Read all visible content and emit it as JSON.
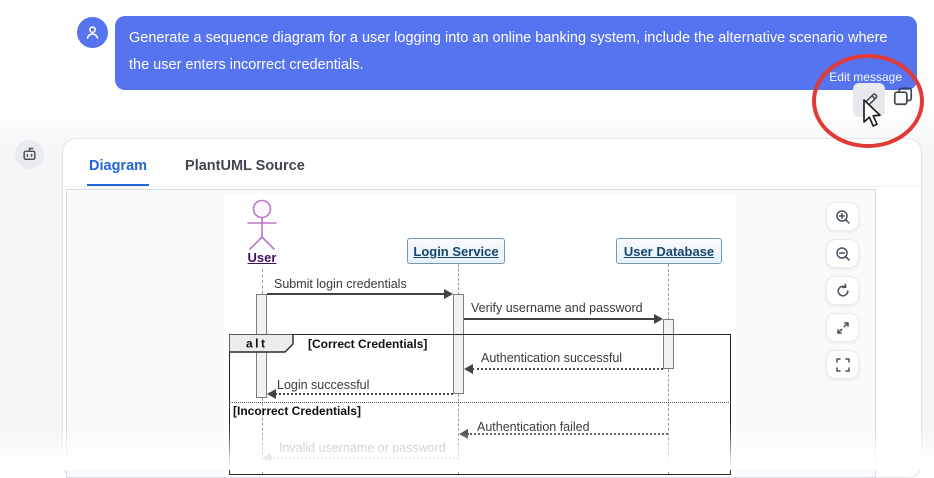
{
  "chat": {
    "user": {
      "message": "Generate a sequence diagram for a user logging into an online banking system, include the alternative scenario where the user enters incorrect credentials.",
      "edit_tooltip": "Edit message"
    }
  },
  "tabs": {
    "items": [
      {
        "label": "Diagram",
        "active": true
      },
      {
        "label": "PlantUML Source",
        "active": false
      }
    ]
  },
  "sequence_diagram": {
    "participants": [
      {
        "name": "User",
        "type": "actor"
      },
      {
        "name": "Login Service",
        "type": "participant"
      },
      {
        "name": "User Database",
        "type": "participant"
      }
    ],
    "messages": [
      {
        "from": "User",
        "to": "Login Service",
        "text": "Submit login credentials",
        "style": "solid"
      },
      {
        "from": "Login Service",
        "to": "User Database",
        "text": "Verify username and password",
        "style": "solid"
      },
      {
        "from": "User Database",
        "to": "Login Service",
        "text": "Authentication successful",
        "style": "return"
      },
      {
        "from": "Login Service",
        "to": "User",
        "text": "Login successful",
        "style": "return"
      },
      {
        "from": "User Database",
        "to": "Login Service",
        "text": "Authentication failed",
        "style": "return"
      },
      {
        "from": "Login Service",
        "to": "User",
        "text": "Invalid username or password",
        "style": "return"
      }
    ],
    "alt_frame": {
      "operator": "alt",
      "branches": [
        "[Correct Credentials]",
        "[Incorrect Credentials]"
      ]
    }
  },
  "controls": {
    "buttons": [
      {
        "name": "zoom-in"
      },
      {
        "name": "zoom-out"
      },
      {
        "name": "reset-view"
      },
      {
        "name": "expand"
      },
      {
        "name": "fullscreen"
      }
    ]
  },
  "colors": {
    "bubble": "#5673f0",
    "tab_active": "#2365d8",
    "annotation_red": "#e23a36",
    "actor_stroke": "#b778c8",
    "participant_text": "#15466f"
  }
}
